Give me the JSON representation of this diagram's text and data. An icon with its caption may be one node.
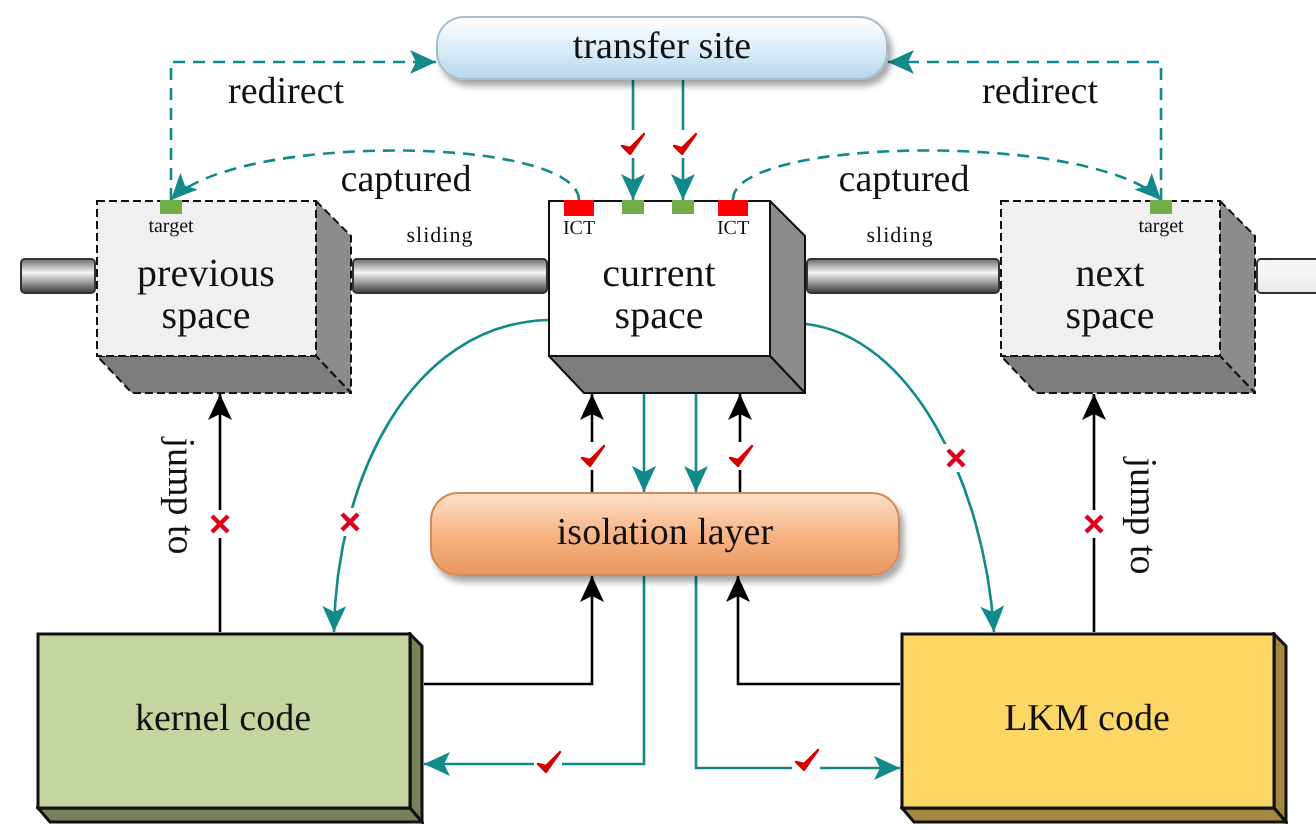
{
  "diagram": {
    "nodes": [
      {
        "text": [
          "transfer site"
        ]
      },
      {
        "text": [
          "previous space"
        ]
      },
      {
        "text": [],
        "shape": "box",
        "in": 1,
        "beside": [
          "target"
        ]
      },
      {
        "text": [
          "current space"
        ]
      },
      {
        "text": [],
        "shape": "box",
        "in": 3,
        "beside": [
          "ICT"
        ]
      },
      {
        "text": [],
        "shape": "box",
        "in": 3
      },
      {
        "text": [],
        "shape": "box",
        "in": 3
      },
      {
        "text": [],
        "shape": "box",
        "in": 3,
        "beside": [
          "ICT"
        ]
      },
      {
        "text": [
          "next space"
        ]
      },
      {
        "text": [],
        "shape": "box",
        "in": 8,
        "beside": [
          "target"
        ]
      },
      {
        "text": [
          "isolation layer"
        ]
      },
      {
        "text": [
          "kernel code"
        ]
      },
      {
        "text": [
          "LKM code"
        ]
      }
    ],
    "edges": [
      {
        "from": 2,
        "to": 0,
        "arrow": "to",
        "label": "redirect",
        "style": "dashed"
      },
      {
        "from": 9,
        "to": 0,
        "arrow": "to",
        "label": "redirect",
        "style": "dashed"
      },
      {
        "from": 0,
        "to": 5,
        "arrow": "to"
      },
      {
        "from": 0,
        "to": 6,
        "arrow": "to"
      },
      {
        "from": 4,
        "to": 2,
        "arrow": "to",
        "label": "captured",
        "style": "dashed"
      },
      {
        "from": 7,
        "to": 9,
        "arrow": "to",
        "label": "captured",
        "style": "dashed"
      },
      {
        "from": 3,
        "to": 11,
        "arrow": "to"
      },
      {
        "from": 3,
        "to": 12,
        "arrow": "to"
      },
      {
        "from": 11,
        "to": 1,
        "arrow": "to",
        "label": "jump to",
        "color": "#000000"
      },
      {
        "from": 12,
        "to": 8,
        "arrow": "to",
        "label": "jump to",
        "color": "#000000"
      },
      {
        "from": 3,
        "to": 10,
        "arrow": "to"
      },
      {
        "from": 3,
        "to": 10,
        "arrow": "to"
      },
      {
        "from": 10,
        "to": 3,
        "arrow": "to",
        "color": "#000000"
      },
      {
        "from": 10,
        "to": 3,
        "arrow": "to",
        "color": "#000000"
      },
      {
        "from": 11,
        "to": 10,
        "arrow": "to",
        "color": "#000000"
      },
      {
        "from": 12,
        "to": 10,
        "arrow": "to",
        "color": "#000000"
      },
      {
        "from": 10,
        "to": 11,
        "arrow": "to"
      },
      {
        "from": 10,
        "to": 12,
        "arrow": "to"
      }
    ],
    "labels": [
      "sliding",
      "sliding"
    ]
  }
}
